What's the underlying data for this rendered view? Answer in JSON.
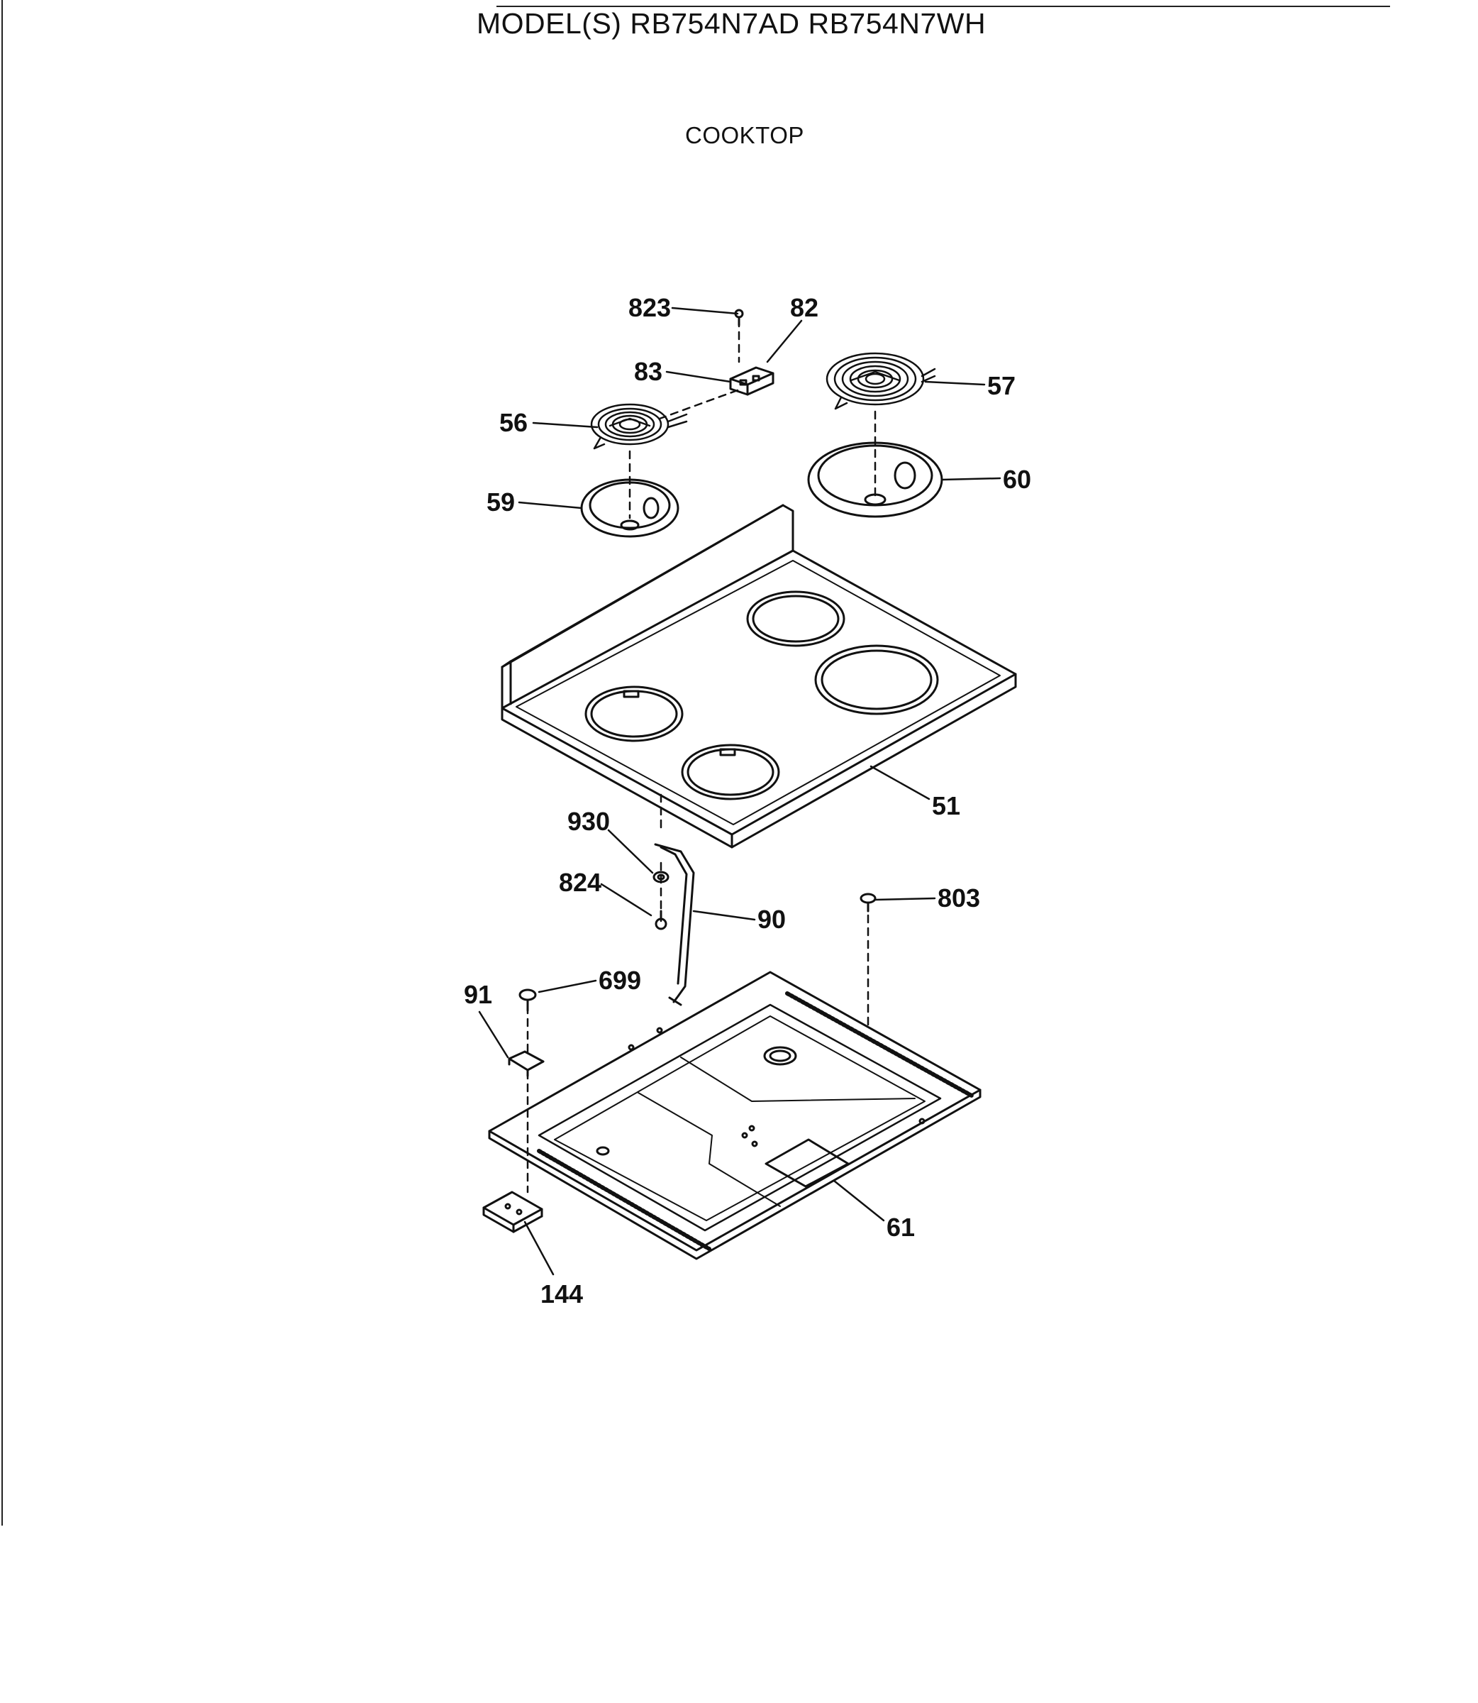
{
  "header": {
    "model_title": "MODEL(S) RB754N7AD  RB754N7WH",
    "section_title": "COOKTOP"
  },
  "callouts": {
    "c823": "823",
    "c82": "82",
    "c83": "83",
    "c57": "57",
    "c56": "56",
    "c59": "59",
    "c60": "60",
    "c51": "51",
    "c930": "930",
    "c824": "824",
    "c90": "90",
    "c803": "803",
    "c91": "91",
    "c699": "699",
    "c61": "61",
    "c144": "144"
  }
}
